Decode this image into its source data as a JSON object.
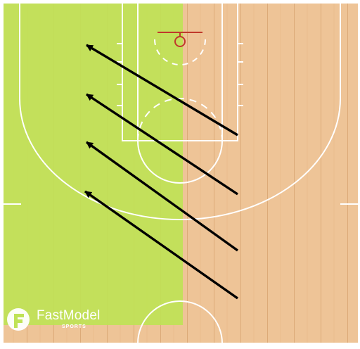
{
  "diagram": {
    "type": "basketball-half-court-play",
    "court_colors": {
      "wood": "#eec497",
      "wood_grain": "#dcaa78",
      "highlight_zone": "#bfe256",
      "lines": "#ffffff",
      "rim": "#c0392b"
    },
    "highlight_zone": "left half of the half-court",
    "arrows": {
      "count": 4,
      "color": "#000000",
      "direction": "up-left, toward the left side of the key"
    }
  },
  "logo": {
    "name": "FastModel",
    "subtitle": "SPORTS"
  }
}
